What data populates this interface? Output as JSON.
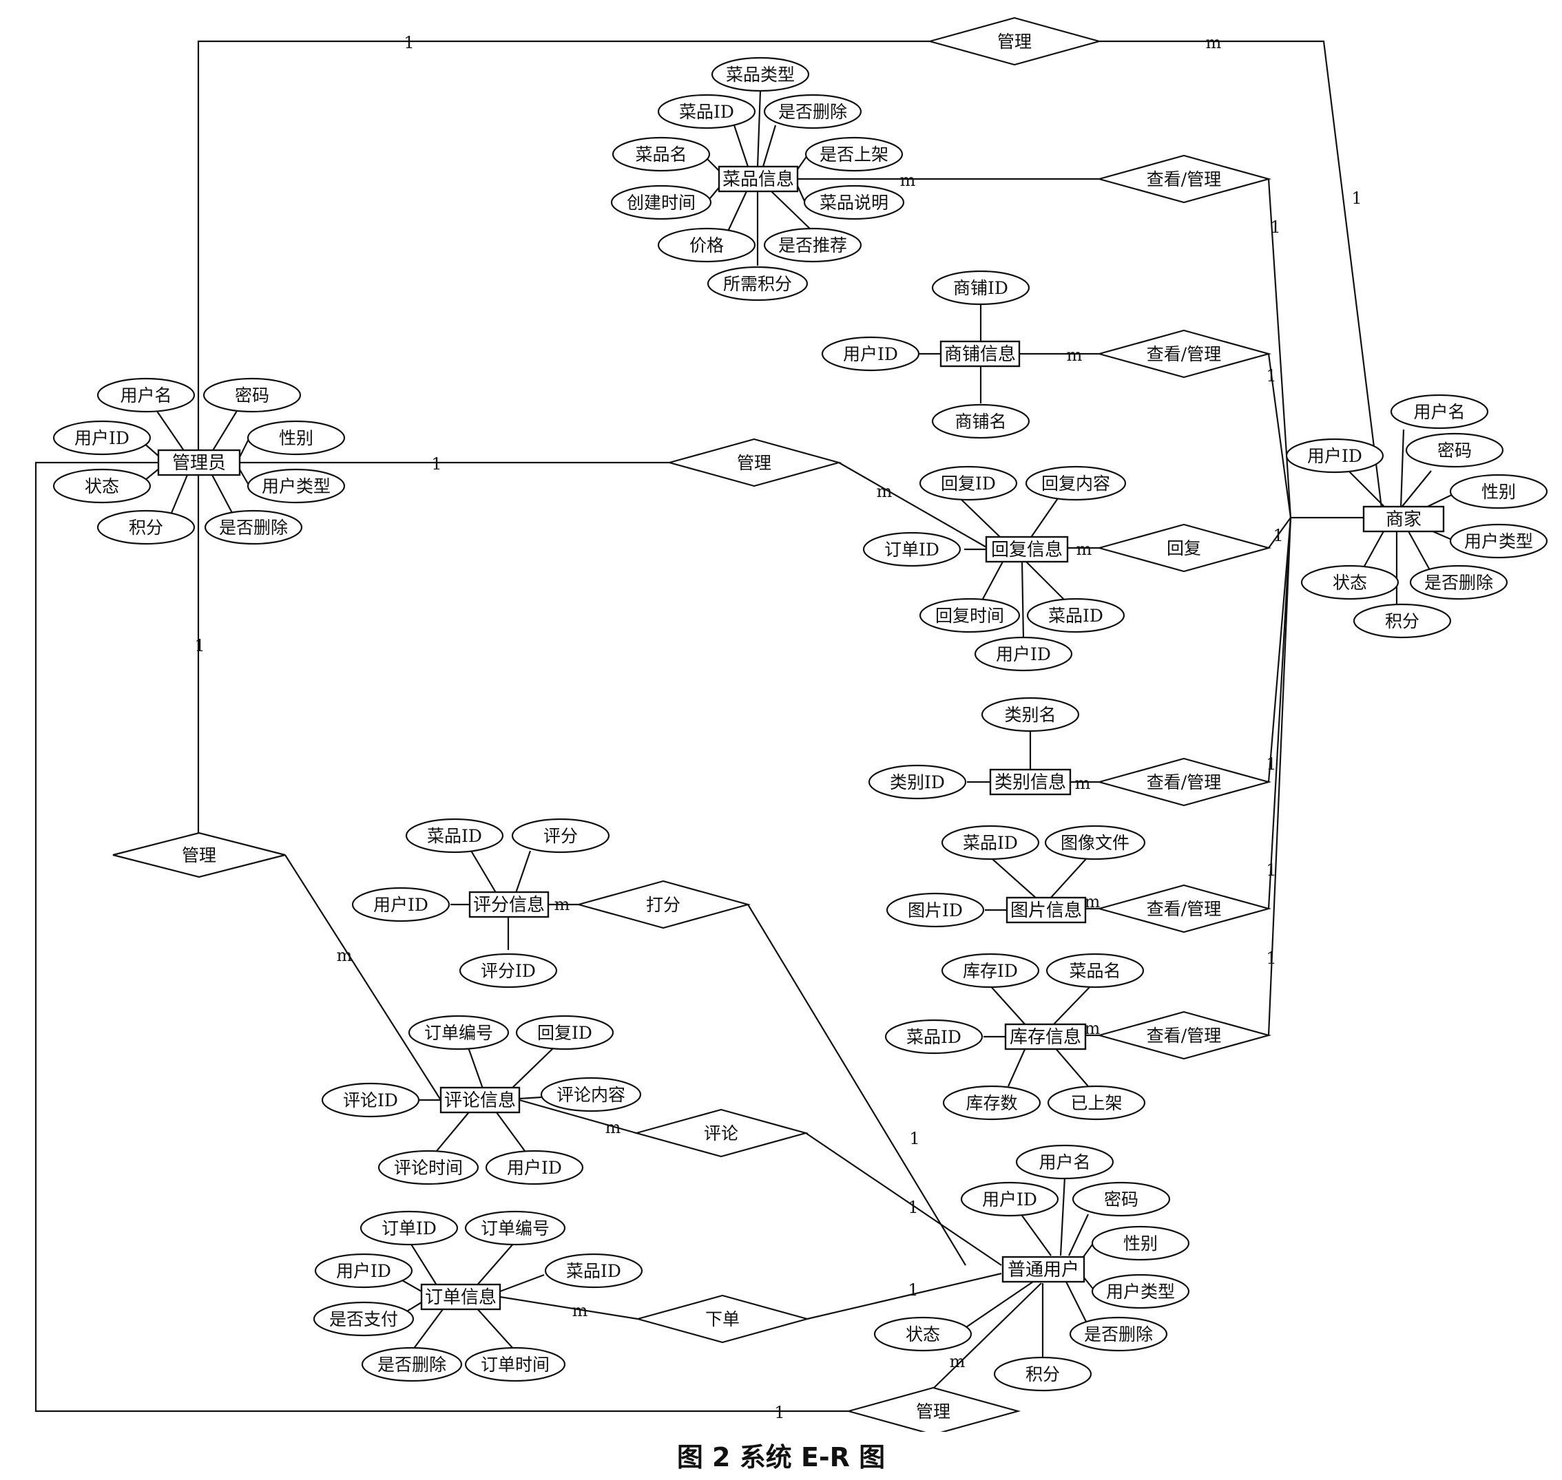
{
  "caption": "图 2   系统 E-R 图",
  "entities": {
    "admin": "管理员",
    "merchant": "商家",
    "normal_user": "普通用户",
    "dish": "菜品信息",
    "shop": "商铺信息",
    "reply": "回复信息",
    "category": "类别信息",
    "image": "图片信息",
    "stock": "库存信息",
    "rating": "评分信息",
    "comment": "评论信息",
    "order": "订单信息"
  },
  "attributes": {
    "admin": [
      "用户名",
      "密码",
      "用户ID",
      "性别",
      "状态",
      "用户类型",
      "积分",
      "是否删除"
    ],
    "merchant": [
      "用户名",
      "用户ID",
      "密码",
      "性别",
      "用户类型",
      "状态",
      "是否删除",
      "积分"
    ],
    "normal_user": [
      "用户名",
      "用户ID",
      "密码",
      "性别",
      "用户类型",
      "状态",
      "是否删除",
      "积分"
    ],
    "dish": [
      "菜品类型",
      "菜品ID",
      "是否删除",
      "菜品名",
      "是否上架",
      "创建时间",
      "菜品说明",
      "价格",
      "是否推荐",
      "所需积分"
    ],
    "shop": [
      "商铺ID",
      "用户ID",
      "商铺名"
    ],
    "reply": [
      "回复ID",
      "回复内容",
      "订单ID",
      "回复时间",
      "菜品ID",
      "用户ID"
    ],
    "category": [
      "类别名",
      "类别ID"
    ],
    "image": [
      "菜品ID",
      "图像文件",
      "图片ID"
    ],
    "stock": [
      "库存ID",
      "菜品名",
      "菜品ID",
      "库存数",
      "已上架"
    ],
    "rating": [
      "菜品ID",
      "评分",
      "用户ID",
      "评分ID"
    ],
    "comment": [
      "订单编号",
      "回复ID",
      "评论ID",
      "评论内容",
      "评论时间",
      "用户ID"
    ],
    "order": [
      "订单ID",
      "订单编号",
      "用户ID",
      "菜品ID",
      "是否支付",
      "是否删除",
      "订单时间"
    ]
  },
  "relationships": {
    "top_manage": "管理",
    "dish_manage": "查看/管理",
    "shop_manage": "查看/管理",
    "admin_reply_manage": "管理",
    "reply_rel": "回复",
    "category_manage": "查看/管理",
    "image_manage": "查看/管理",
    "stock_manage": "查看/管理",
    "admin_comment_manage": "管理",
    "rate": "打分",
    "comment_rel": "评论",
    "place_order": "下单",
    "bottom_manage": "管理"
  },
  "cardinality": {
    "one": "1",
    "many": "m"
  }
}
